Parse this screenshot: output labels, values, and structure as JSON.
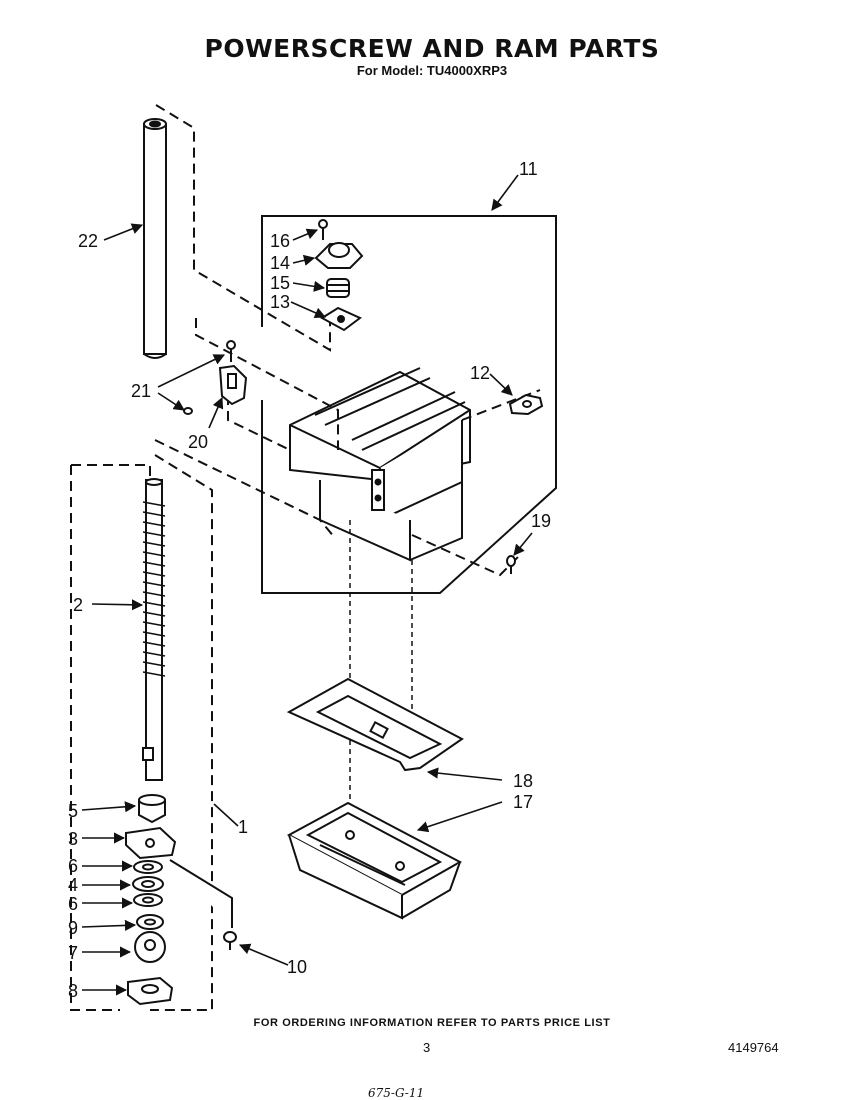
{
  "header": {
    "title": "POWERSCREW AND RAM PARTS",
    "subtitle": "For Model: TU4000XRP3"
  },
  "callouts": [
    {
      "id": "22",
      "part": "22"
    },
    {
      "id": "11",
      "part": "11"
    },
    {
      "id": "16",
      "part": "16"
    },
    {
      "id": "14",
      "part": "14"
    },
    {
      "id": "15",
      "part": "15"
    },
    {
      "id": "13",
      "part": "13"
    },
    {
      "id": "12",
      "part": "12"
    },
    {
      "id": "21",
      "part": "21"
    },
    {
      "id": "20",
      "part": "20"
    },
    {
      "id": "19",
      "part": "19"
    },
    {
      "id": "2",
      "part": "2"
    },
    {
      "id": "18",
      "part": "18"
    },
    {
      "id": "17",
      "part": "17"
    },
    {
      "id": "5",
      "part": "5"
    },
    {
      "id": "1",
      "part": "1"
    },
    {
      "id": "3",
      "part": "3"
    },
    {
      "id": "6a",
      "part": "6"
    },
    {
      "id": "4",
      "part": "4"
    },
    {
      "id": "6b",
      "part": "6"
    },
    {
      "id": "9",
      "part": "9"
    },
    {
      "id": "7",
      "part": "7"
    },
    {
      "id": "10",
      "part": "10"
    },
    {
      "id": "8",
      "part": "8"
    }
  ],
  "footer": {
    "note": "FOR ORDERING INFORMATION REFER TO PARTS PRICE LIST",
    "page": "3",
    "doc_number": "4149764",
    "handwritten": "675-G-11"
  }
}
